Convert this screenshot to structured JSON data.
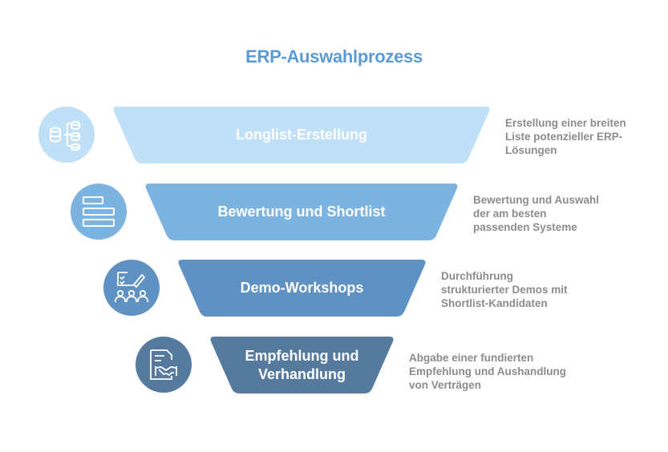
{
  "title": "ERP-Auswahlprozess",
  "colors": {
    "title": "#5b9bd5",
    "stage1": "#bfe0f7",
    "stage2": "#7db3e0",
    "stage3": "#5f91c2",
    "stage4": "#567a9e",
    "description": "#8c8c8c"
  },
  "stages": [
    {
      "label": "Longlist-Erstellung",
      "icon": "database-tree-icon",
      "description": "Erstellung einer breiten\nListe potenzieller ERP-\nLösungen"
    },
    {
      "label": "Bewertung und Shortlist",
      "icon": "list-bars-icon",
      "description": "Bewertung und Auswahl\nder am besten\npassenden Systeme"
    },
    {
      "label": "Demo-Workshops",
      "icon": "workshop-team-icon",
      "description": "Durchführung\nstrukturierter Demos mit\nShortlist-Kandidaten"
    },
    {
      "label": "Empfehlung und\nVerhandlung",
      "icon": "contract-handshake-icon",
      "description": "Abgabe einer fundierten\nEmpfehlung und Aushandlung\nvon Verträgen"
    }
  ]
}
